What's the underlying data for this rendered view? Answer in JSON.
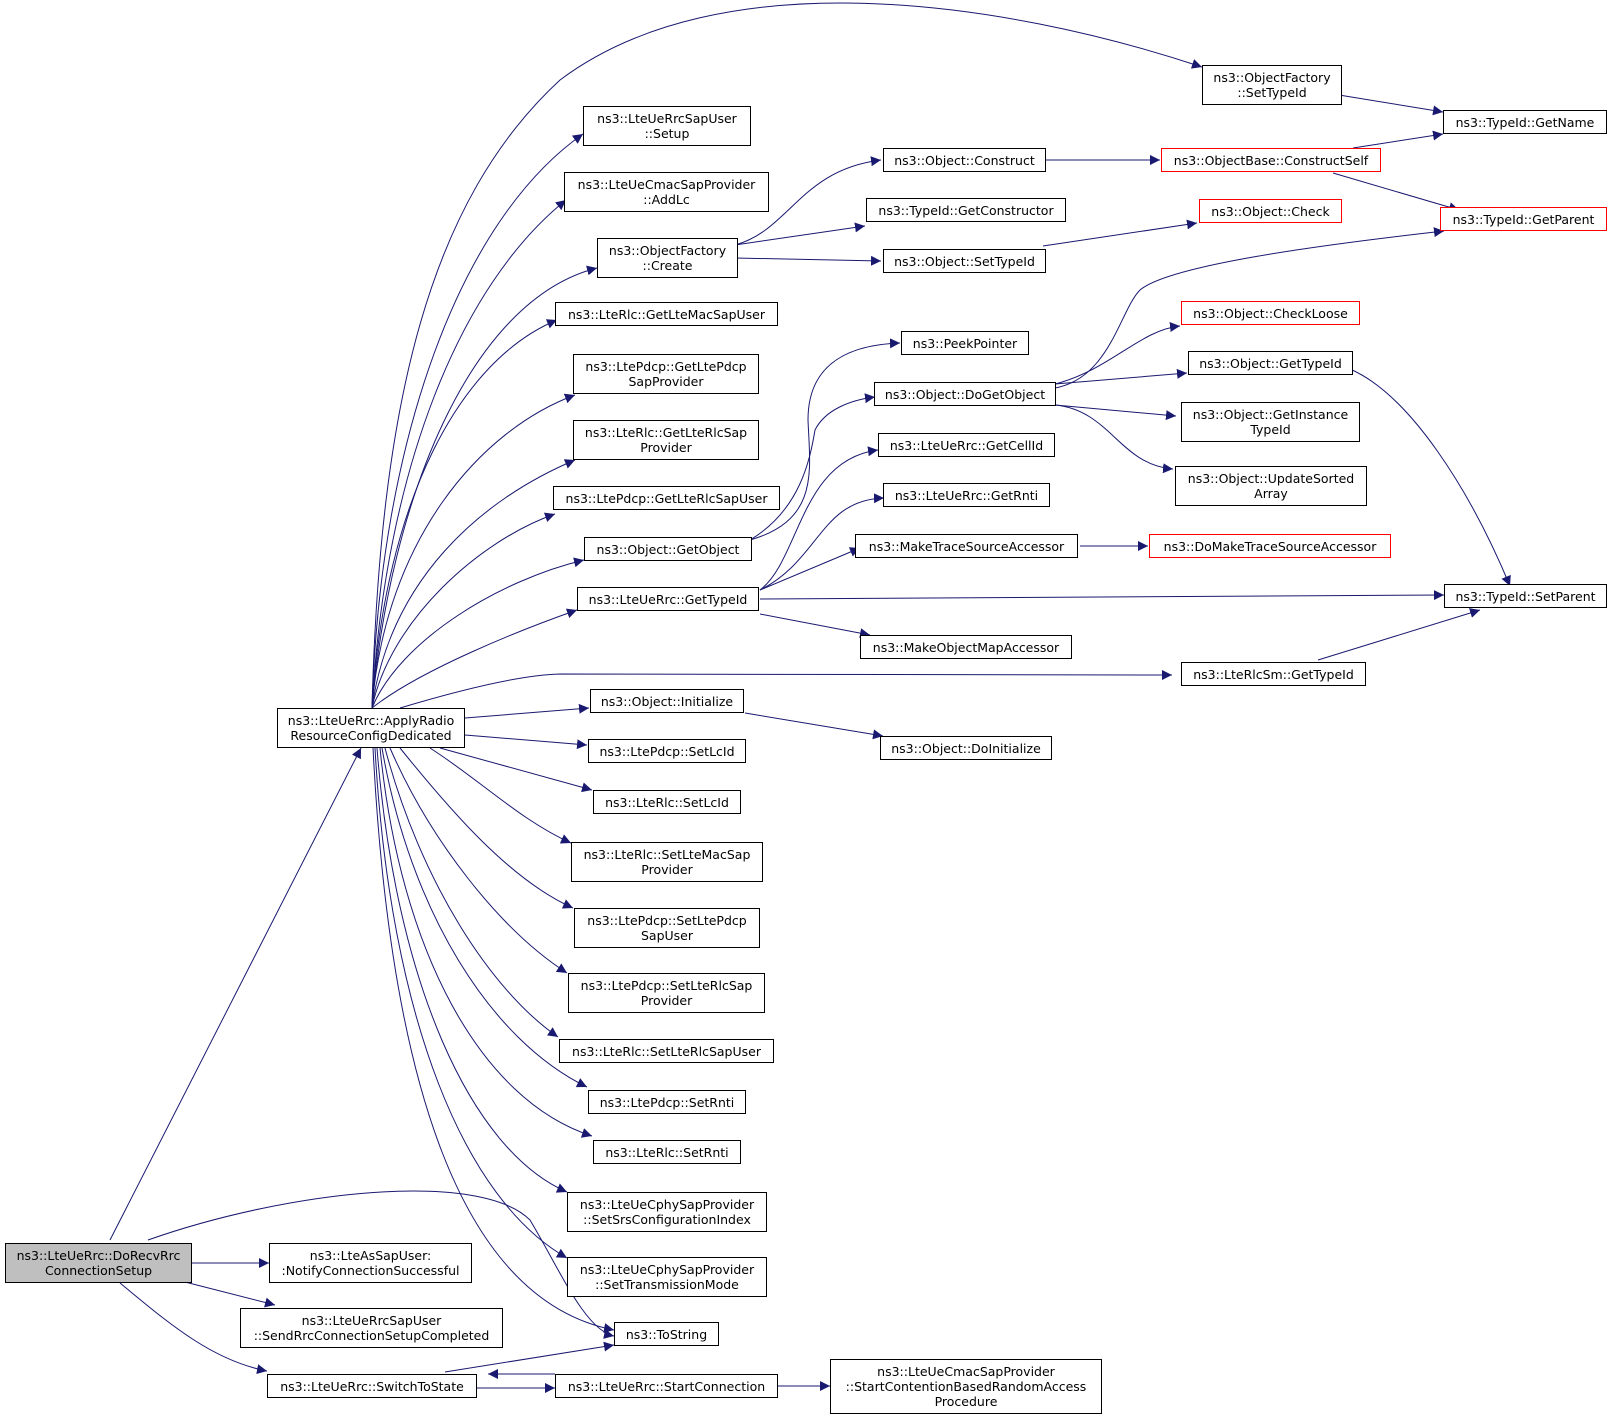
{
  "colors": {
    "edge": "#191970",
    "node_border": "#000000",
    "truncated_border": "#ff0000",
    "root_fill": "#bfbfbf"
  },
  "nodes": {
    "root": {
      "label": "ns3::LteUeRrc::DoRecvRrc\nConnectionSetup"
    },
    "apply": {
      "label": "ns3::LteUeRrc::ApplyRadio\nResourceConfigDedicated"
    },
    "notify": {
      "label": "ns3::LteAsSapUser:\n:NotifyConnectionSuccessful"
    },
    "sendrrc": {
      "label": "ns3::LteUeRrcSapUser\n::SendRrcConnectionSetupCompleted"
    },
    "switch": {
      "label": "ns3::LteUeRrc::SwitchToState"
    },
    "tostring": {
      "label": "ns3::ToString"
    },
    "startconn": {
      "label": "ns3::LteUeRrc::StartConnection"
    },
    "contention": {
      "label": "ns3::LteUeCmacSapProvider\n::StartContentionBasedRandomAccess\nProcedure"
    },
    "ofsettype": {
      "label": "ns3::ObjectFactory\n::SetTypeId"
    },
    "getname": {
      "label": "ns3::TypeId::GetName"
    },
    "rrcsetup": {
      "label": "ns3::LteUeRrcSapUser\n::Setup"
    },
    "addlc": {
      "label": "ns3::LteUeCmacSapProvider\n::AddLc"
    },
    "ofcreate": {
      "label": "ns3::ObjectFactory\n::Create"
    },
    "construct": {
      "label": "ns3::Object::Construct"
    },
    "constructself": {
      "label": "ns3::ObjectBase::ConstructSelf"
    },
    "getconstructor": {
      "label": "ns3::TypeId::GetConstructor"
    },
    "objsettype": {
      "label": "ns3::Object::SetTypeId"
    },
    "objcheck": {
      "label": "ns3::Object::Check"
    },
    "getparent": {
      "label": "ns3::TypeId::GetParent"
    },
    "getltemac": {
      "label": "ns3::LteRlc::GetLteMacSapUser"
    },
    "getltepdcp": {
      "label": "ns3::LtePdcp::GetLtePdcp\nSapProvider"
    },
    "getlterlcsap": {
      "label": "ns3::LteRlc::GetLteRlcSap\nProvider"
    },
    "getrlcsapuser": {
      "label": "ns3::LtePdcp::GetLteRlcSapUser"
    },
    "getobject": {
      "label": "ns3::Object::GetObject"
    },
    "peekpointer": {
      "label": "ns3::PeekPointer"
    },
    "dogetobject": {
      "label": "ns3::Object::DoGetObject"
    },
    "checkloose": {
      "label": "ns3::Object::CheckLoose"
    },
    "objgettypeid": {
      "label": "ns3::Object::GetTypeId"
    },
    "getinstance": {
      "label": "ns3::Object::GetInstance\nTypeId"
    },
    "updatesorted": {
      "label": "ns3::Object::UpdateSorted\nArray"
    },
    "getcellid": {
      "label": "ns3::LteUeRrc::GetCellId"
    },
    "getrnti": {
      "label": "ns3::LteUeRrc::GetRnti"
    },
    "ueGetTypeId": {
      "label": "ns3::LteUeRrc::GetTypeId"
    },
    "maketrace": {
      "label": "ns3::MakeTraceSourceAccessor"
    },
    "domaketrace": {
      "label": "ns3::DoMakeTraceSourceAccessor"
    },
    "setparent": {
      "label": "ns3::TypeId::SetParent"
    },
    "makeobjmap": {
      "label": "ns3::MakeObjectMapAccessor"
    },
    "rlcsmgettypeid": {
      "label": "ns3::LteRlcSm::GetTypeId"
    },
    "initialize": {
      "label": "ns3::Object::Initialize"
    },
    "doinitialize": {
      "label": "ns3::Object::DoInitialize"
    },
    "pdcpsetlcid": {
      "label": "ns3::LtePdcp::SetLcId"
    },
    "rlcsetlcid": {
      "label": "ns3::LteRlc::SetLcId"
    },
    "setltemac": {
      "label": "ns3::LteRlc::SetLteMacSap\nProvider"
    },
    "setltepdcpsap": {
      "label": "ns3::LtePdcp::SetLtePdcp\nSapUser"
    },
    "setlterlcsapprov": {
      "label": "ns3::LtePdcp::SetLteRlcSap\nProvider"
    },
    "setlterlcsapuser": {
      "label": "ns3::LteRlc::SetLteRlcSapUser"
    },
    "pdcpsetrnti": {
      "label": "ns3::LtePdcp::SetRnti"
    },
    "rlcsetrnti": {
      "label": "ns3::LteRlc::SetRnti"
    },
    "setsrs": {
      "label": "ns3::LteUeCphySapProvider\n::SetSrsConfigurationIndex"
    },
    "settxmode": {
      "label": "ns3::LteUeCphySapProvider\n::SetTransmissionMode"
    }
  }
}
